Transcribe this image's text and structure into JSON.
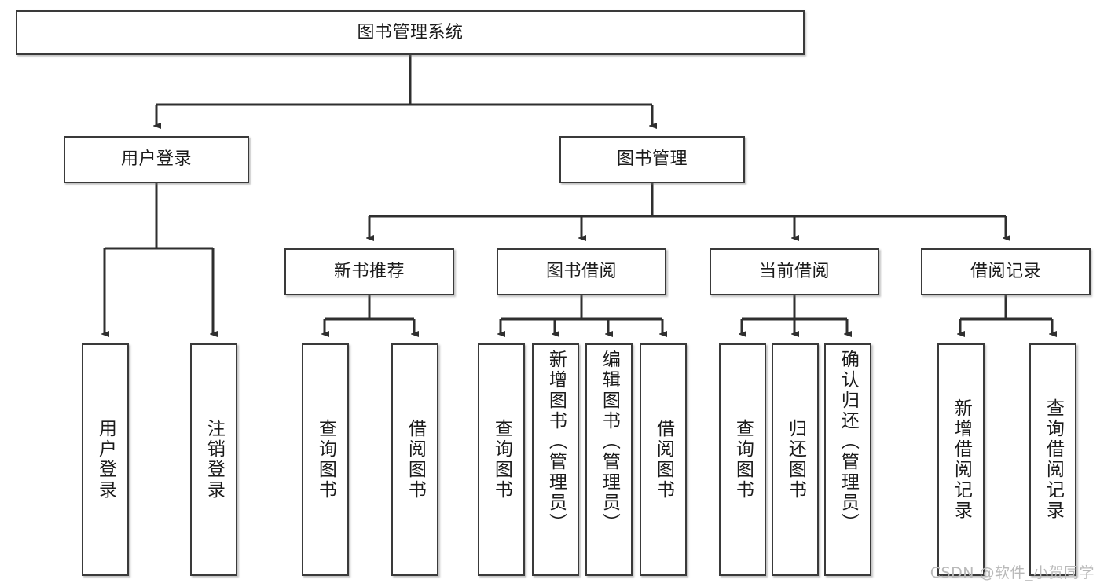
{
  "diagram": {
    "title": "图书管理系统",
    "type": "tree",
    "orientation": "top-down",
    "root": {
      "id": "root",
      "label": "图书管理系统",
      "text_direction": "horizontal"
    },
    "level2": [
      {
        "id": "user-login",
        "label": "用户登录",
        "text_direction": "horizontal"
      },
      {
        "id": "book-management",
        "label": "图书管理",
        "text_direction": "horizontal"
      }
    ],
    "level3": [
      {
        "id": "new-book-recommend",
        "label": "新书推荐",
        "parent": "book-management",
        "text_direction": "horizontal"
      },
      {
        "id": "book-borrow",
        "label": "图书借阅",
        "parent": "book-management",
        "text_direction": "horizontal"
      },
      {
        "id": "current-borrow",
        "label": "当前借阅",
        "parent": "book-management",
        "text_direction": "horizontal"
      },
      {
        "id": "borrow-record",
        "label": "借阅记录",
        "parent": "book-management",
        "text_direction": "horizontal"
      }
    ],
    "leaves": [
      {
        "id": "leaf-user-login",
        "label": "用户登录",
        "parent": "user-login",
        "text_direction": "vertical"
      },
      {
        "id": "leaf-user-logout",
        "label": "注销登录",
        "parent": "user-login",
        "text_direction": "vertical"
      },
      {
        "id": "leaf-query-book-rec",
        "label": "查询图书",
        "parent": "new-book-recommend",
        "text_direction": "vertical"
      },
      {
        "id": "leaf-borrow-book-rec",
        "label": "借阅图书",
        "parent": "new-book-recommend",
        "text_direction": "vertical"
      },
      {
        "id": "leaf-query-book-borrow",
        "label": "查询图书",
        "parent": "book-borrow",
        "text_direction": "vertical"
      },
      {
        "id": "leaf-add-book-admin",
        "label": "新增图书（管理员）",
        "parent": "book-borrow",
        "text_direction": "vertical"
      },
      {
        "id": "leaf-edit-book-admin",
        "label": "编辑图书（管理员）",
        "parent": "book-borrow",
        "text_direction": "vertical"
      },
      {
        "id": "leaf-borrow-book",
        "label": "借阅图书",
        "parent": "book-borrow",
        "text_direction": "vertical"
      },
      {
        "id": "leaf-query-book-current",
        "label": "查询图书",
        "parent": "current-borrow",
        "text_direction": "vertical"
      },
      {
        "id": "leaf-return-book",
        "label": "归还图书",
        "parent": "current-borrow",
        "text_direction": "vertical"
      },
      {
        "id": "leaf-confirm-return-admin",
        "label": "确认归还（管理员）",
        "parent": "current-borrow",
        "text_direction": "vertical"
      },
      {
        "id": "leaf-add-borrow-record",
        "label": "新增借阅记录",
        "parent": "borrow-record",
        "text_direction": "vertical"
      },
      {
        "id": "leaf-query-borrow-record",
        "label": "查询借阅记录",
        "parent": "borrow-record",
        "text_direction": "vertical"
      }
    ],
    "colors": {
      "box_border": "#3a3a3a",
      "box_fill": "#ffffff",
      "connector": "#2f2f2f",
      "text": "#1b1b1b",
      "watermark": "#b9b9b9",
      "background": "#ffffff"
    }
  },
  "watermark": {
    "text": "CSDN @软件_小贺同学"
  }
}
